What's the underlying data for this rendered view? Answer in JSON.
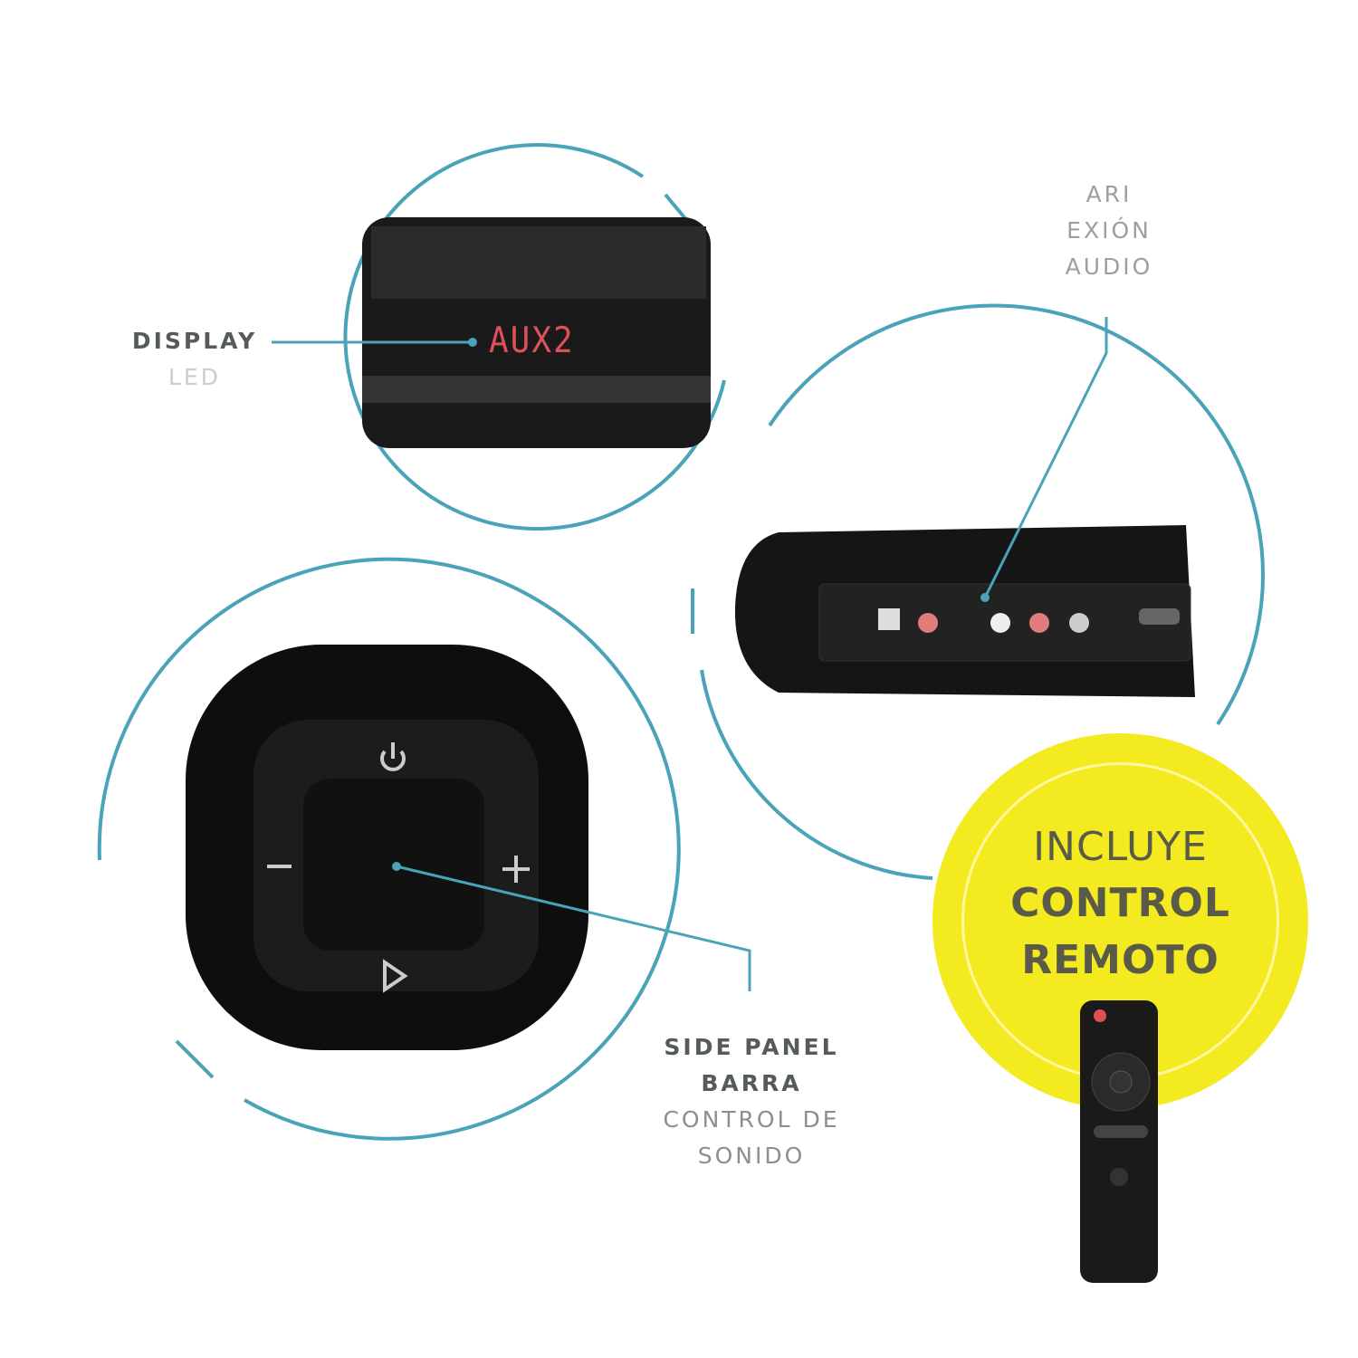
{
  "labels": {
    "display": {
      "line1": "DISPLAY",
      "line2": "LED"
    },
    "connection": {
      "line1": "ARI",
      "line2": "EXIÓN",
      "line3": "AUDIO"
    },
    "side_panel": {
      "line1": "SIDE PANEL",
      "line2": "BARRA",
      "line3": "CONTROL DE",
      "line4": "SONIDO"
    }
  },
  "badge": {
    "line1": "INCLUYE",
    "line2": "CONTROL",
    "line3": "REMOTO"
  },
  "display_readout": "AUX2",
  "colors": {
    "accent_line": "#4aa3b8",
    "badge": "#f3ea1f"
  }
}
